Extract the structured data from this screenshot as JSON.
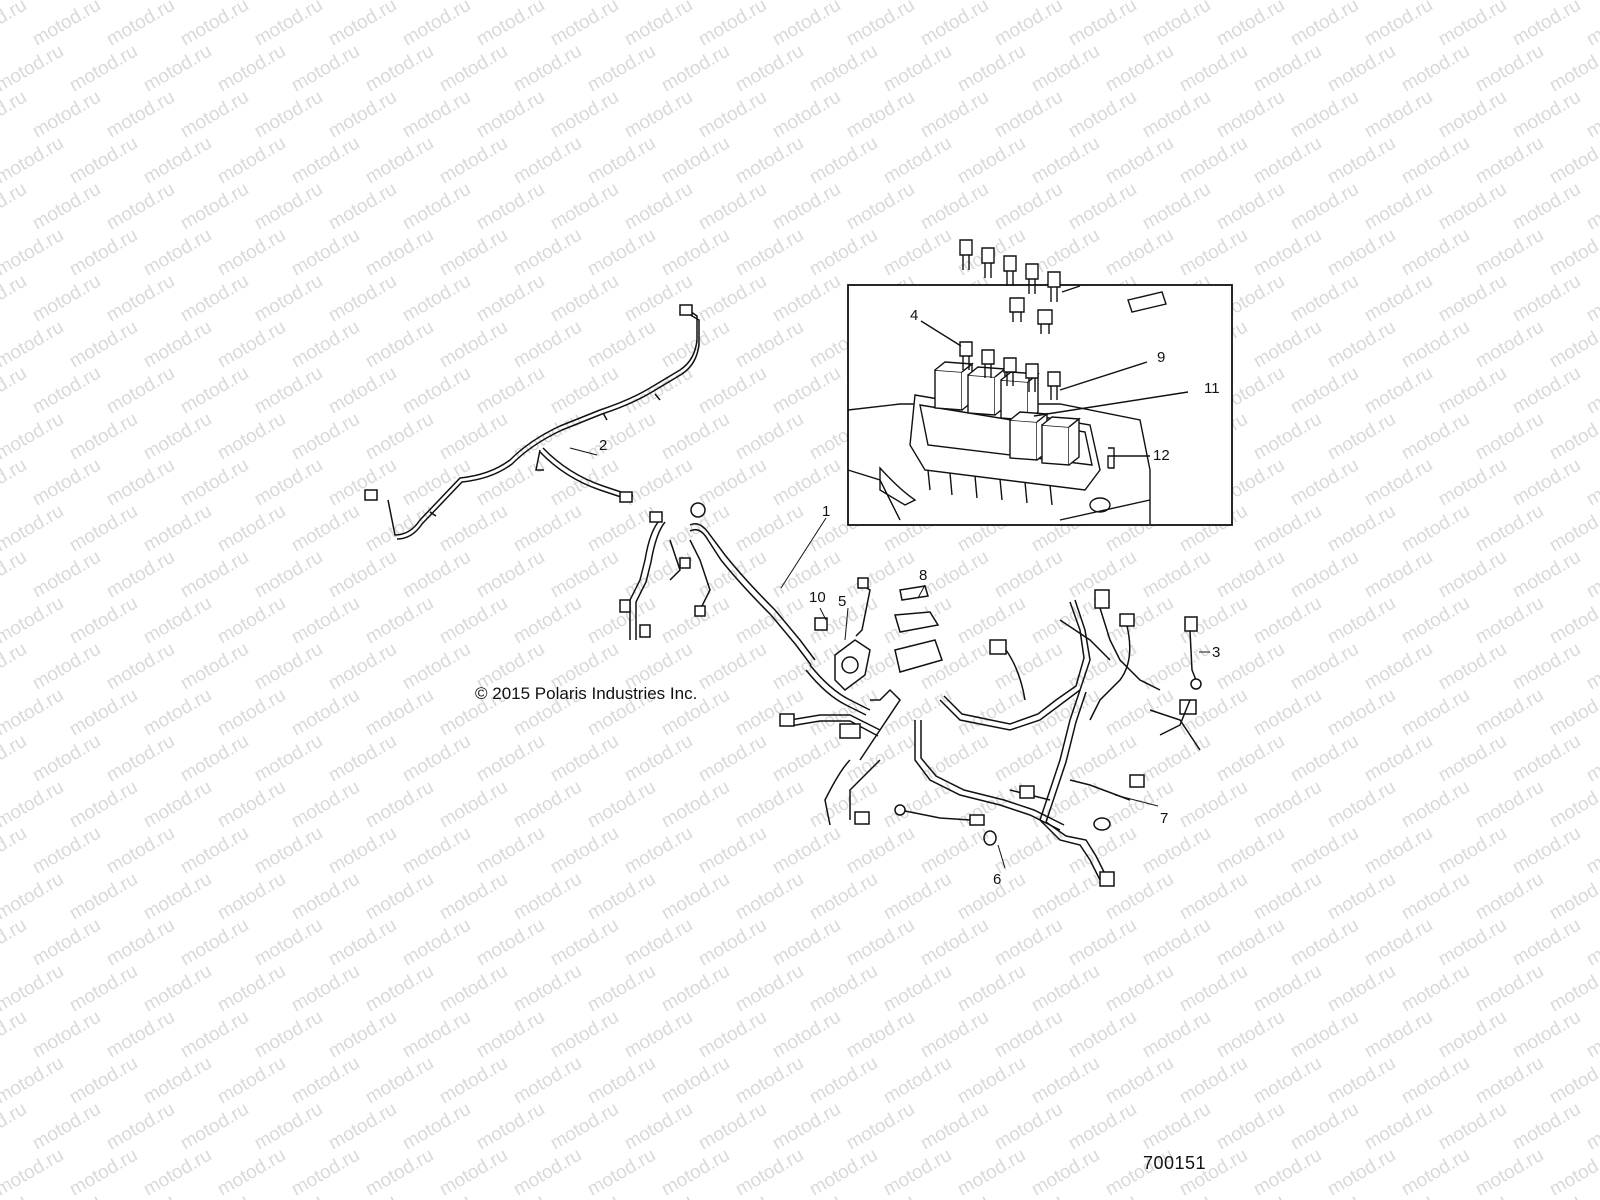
{
  "watermark": "motod.ru",
  "copyright": "© 2015 Polaris Industries Inc.",
  "diagram_id": "700151",
  "callouts": {
    "c1": "1",
    "c2": "2",
    "c3": "3",
    "c4": "4",
    "c5": "5",
    "c6": "6",
    "c7": "7",
    "c8": "8",
    "c9": "9",
    "c10": "10",
    "c11": "11",
    "c12": "12"
  }
}
